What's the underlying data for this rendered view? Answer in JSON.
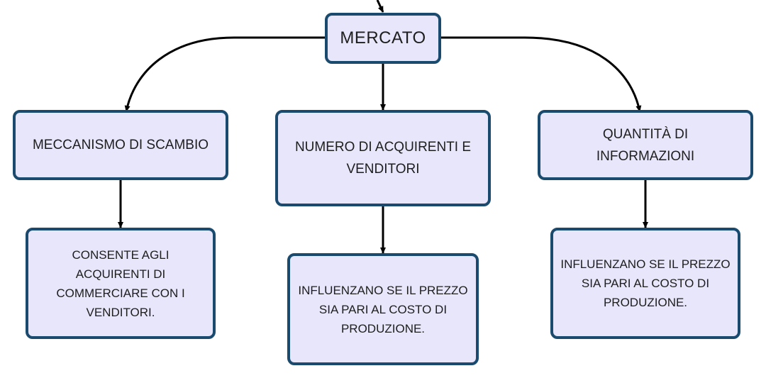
{
  "diagram": {
    "root": {
      "label": "MERCATO"
    },
    "branches": [
      {
        "label": "MECCANISMO DI SCAMBIO",
        "detail": "CONSENTE AGLI ACQUIRENTI DI COMMERCIARE CON I VENDITORI."
      },
      {
        "label": "NUMERO DI ACQUIRENTI E VENDITORI",
        "detail": "INFLUENZANO SE IL PREZZO SIA PARI AL COSTO DI PRODUZIONE."
      },
      {
        "label": "QUANTITÀ DI INFORMAZIONI",
        "detail": "INFLUENZANO SE IL PREZZO SIA PARI AL COSTO DI PRODUZIONE."
      }
    ]
  },
  "colors": {
    "node_fill": "#e8e6fb",
    "node_border": "#1a4a6e",
    "connector": "#000000",
    "text": "#1e1e1e"
  }
}
